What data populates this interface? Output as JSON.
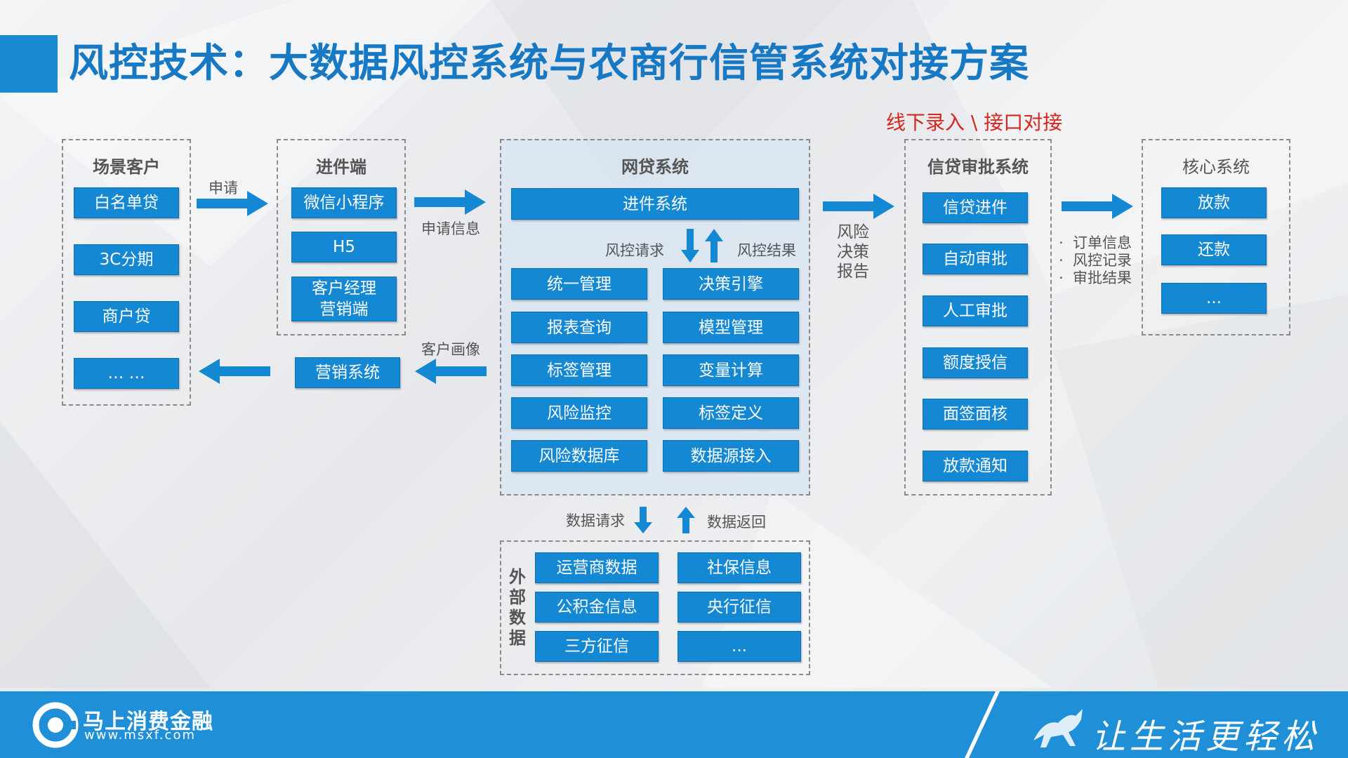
{
  "title": "风控技术：大数据风控系统与农商行信管系统对接方案",
  "red_note": "线下录入 \\ 接口对接",
  "scene": {
    "title": "场景客户",
    "items": [
      "白名单贷",
      "3C分期",
      "商户贷",
      "… …"
    ]
  },
  "intake": {
    "title": "进件端",
    "items": [
      "微信小程序",
      "H5"
    ],
    "manager_line1": "客户经理",
    "manager_line2": "营销端"
  },
  "marketing": "营销系统",
  "netloan": {
    "title": "网贷系统",
    "top": "进件系统",
    "left": [
      "统一管理",
      "报表查询",
      "标签管理",
      "风险监控",
      "风险数据库"
    ],
    "right": [
      "决策引擎",
      "模型管理",
      "变量计算",
      "标签定义",
      "数据源接入"
    ]
  },
  "credit": {
    "title": "信贷审批系统",
    "items": [
      "信贷进件",
      "自动审批",
      "人工审批",
      "额度授信",
      "面签面核",
      "放款通知"
    ]
  },
  "core": {
    "title": "核心系统",
    "items": [
      "放款",
      "还款",
      "..."
    ]
  },
  "external": {
    "title": "外部数据",
    "left": [
      "运营商数据",
      "公积金信息",
      "三方征信"
    ],
    "right": [
      "社保信息",
      "央行征信",
      "..."
    ]
  },
  "labels": {
    "apply": "申请",
    "apply_info": "申请信息",
    "customer_profile": "客户画像",
    "risk_request": "风控请求",
    "risk_result": "风控结果",
    "risk_report_1": "风险",
    "risk_report_2": "决策",
    "risk_report_3": "报告",
    "bullets": [
      "订单信息",
      "风控记录",
      "审批结果"
    ],
    "data_request": "数据请求",
    "data_return": "数据返回"
  },
  "footer": {
    "brand": "马上消费金融",
    "url": "www.msxf.com",
    "slogan": "让生活更轻松"
  },
  "colors": {
    "accent": "#1588d4",
    "title": "#1778c4",
    "red": "#d8261c",
    "footer": "#1f8fd8"
  }
}
